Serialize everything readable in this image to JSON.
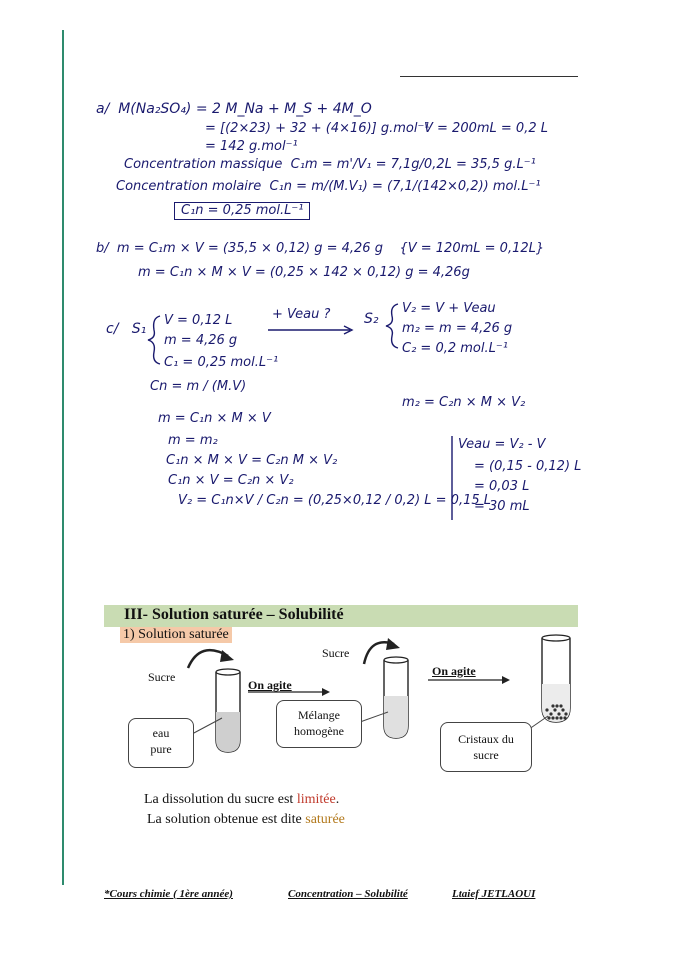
{
  "handwriting": {
    "a": {
      "line1": "a/  M(Na₂SO₄) = 2 M_Na + M_S + 4M_O",
      "line2": "= [(2×23) + 32 + (4×16)] g.mol⁻¹",
      "line3": "V = 200mL = 0,2 L",
      "line4": "= 142 g.mol⁻¹",
      "line5": "Concentration massique  C₁m = m'/V₁ = 7,1g/0,2L = 35,5 g.L⁻¹",
      "line6": "Concentration molaire  C₁n = m/(M.V₁) = (7,1/(142×0,2)) mol.L⁻¹",
      "line7": "C₁n = 0,25 mol.L⁻¹"
    },
    "b": {
      "line1": "b/  m = C₁m × V = (35,5 × 0,12) g = 4,26 g    {V = 120mL = 0,12L}",
      "line2": "m = C₁n × M × V = (0,25 × 142 × 0,12) g = 4,26g"
    },
    "c": {
      "s1_label": "c/   S₁",
      "s1_v": "V = 0,12 L",
      "s1_m": "m = 4,26 g",
      "s1_c": "C₁ = 0,25 mol.L⁻¹",
      "arrow": "+ Veau ?",
      "s2_label": "S₂",
      "s2_v": "V₂ = V + Veau",
      "s2_m": "m₂ = m = 4,26 g",
      "s2_c": "C₂ = 0,2 mol.L⁻¹",
      "eq1": "Cn = m / (M.V)",
      "eq_m2": "m₂ = C₂n × M × V₂",
      "eq2": "m = C₁n × M × V",
      "eq3": "m = m₂",
      "eq4": "C₁n × M × V = C₂n M × V₂",
      "eq5": "C₁n × V = C₂n × V₂",
      "eq6": "V₂ = C₁n×V / C₂n = (0,25×0,12 / 0,2) L = 0,15 L",
      "veau1": "Veau = V₂ - V",
      "veau2": "= (0,15 - 0,12) L",
      "veau3": "= 0,03 L",
      "veau4": "= 30 mL"
    }
  },
  "section": {
    "title": "III- Solution saturée – Solubilité",
    "subsection": "1) Solution saturée"
  },
  "diagram": {
    "sucre1": "Sucre",
    "sucre2": "Sucre",
    "on_agite1": "On agite",
    "on_agite2": "On agite",
    "box1_line1": "eau",
    "box1_line2": "pure",
    "box2_line1": "Mélange",
    "box2_line2": "homogène",
    "box3_line1": "Cristaux  du",
    "box3_line2": "sucre"
  },
  "text": {
    "line1_prefix": "La dissolution du sucre est ",
    "line1_highlight": "limitée",
    "line1_suffix": ".",
    "line2_prefix": "La solution obtenue est dite ",
    "line2_highlight": "saturée"
  },
  "footer": {
    "left": "*Cours chimie ( 1ère année)",
    "center": "Concentration – Solubilité",
    "right": "Ltaief JETLAOUI"
  },
  "colors": {
    "margin_line": "#2e8b6e",
    "section_bar": "#c9dcb3",
    "subsection_bg": "#f5c9a8",
    "ink": "#1a1a6e",
    "limitee": "#c0392b",
    "saturee": "#b37a1e"
  }
}
